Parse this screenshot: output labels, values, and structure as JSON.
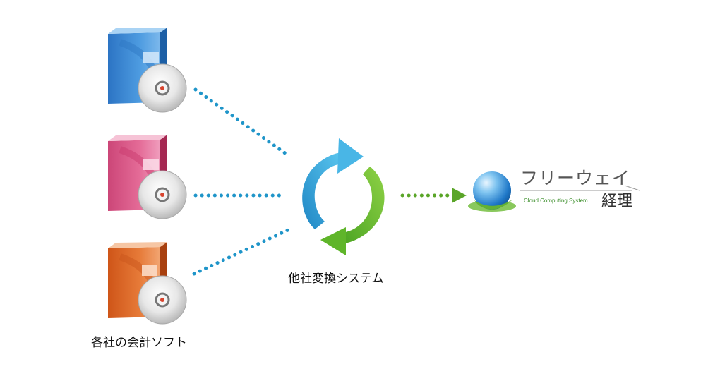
{
  "diagram": {
    "software_label": "各社の会計ソフト",
    "system_label": "他社変換システム",
    "target_logo": {
      "title": "フリーウェイ",
      "subtitle": "Cloud Computing System",
      "kanji": "経理"
    },
    "software_boxes": [
      {
        "color": "blue",
        "main": "#3f8ed6",
        "light": "#8cc2ee",
        "dark": "#1f63ad"
      },
      {
        "color": "pink",
        "main": "#e0608e",
        "light": "#f2a9c4",
        "dark": "#b8305f"
      },
      {
        "color": "orange",
        "main": "#e46e2c",
        "light": "#f2aa78",
        "dark": "#b54815"
      }
    ],
    "connector_colors": {
      "blue_dots": "#1f95c9",
      "green_dots": "#5aa528"
    },
    "cycle_colors": {
      "blue_arrow": "#36a9d9",
      "green_arrow": "#6cbd2e"
    }
  }
}
